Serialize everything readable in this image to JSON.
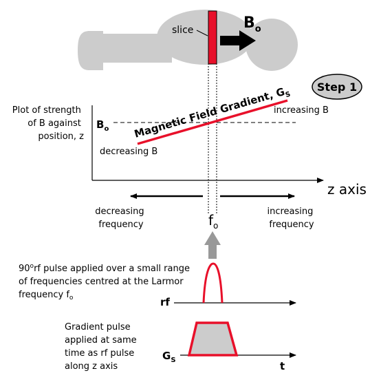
{
  "slice_label": "slice",
  "b0_label": {
    "main": "B",
    "sub": "o"
  },
  "step_label": "Step 1",
  "plot_label": {
    "line1": "Plot of strength",
    "line2": "of B against",
    "line3": "position, z"
  },
  "gradient_label": {
    "main": "Magnetic Field Gradient, G",
    "sub": "S"
  },
  "increasing_b": "increasing B",
  "decreasing_b": "decreasing B",
  "axis_b0": {
    "main": "B",
    "sub": "o"
  },
  "z_axis_label": "z axis",
  "decreasing_frequency": {
    "line1": "decreasing",
    "line2": "frequency"
  },
  "increasing_frequency": {
    "line1": "increasing",
    "line2": "frequency"
  },
  "f0_label": {
    "main": "f",
    "sub": "o"
  },
  "rf_pulse_text": {
    "line1_num": "90",
    "line1_deg": "o",
    "line1_rest": "rf pulse applied over a small range",
    "line2": "of frequencies centred at the Larmor",
    "line3_main": "frequency f",
    "line3_sub": "o"
  },
  "rf_label": "rf",
  "gradient_pulse_text": {
    "line1": "Gradient pulse",
    "line2": "applied at same",
    "line3": "time as rf pulse",
    "line4": "along z axis"
  },
  "gs_label": {
    "main": "G",
    "sub": "S"
  },
  "t_label": "t",
  "colors": {
    "red": "#e8102a",
    "gray": "#cccccc",
    "dark": "#000000",
    "arrow_gray": "#999999"
  }
}
